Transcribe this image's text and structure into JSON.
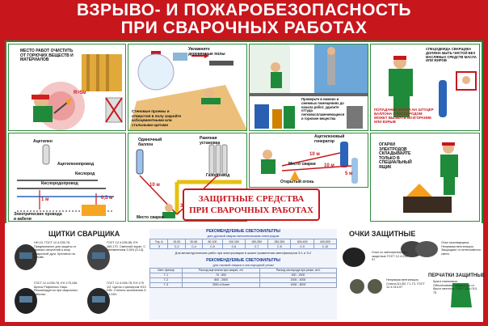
{
  "title": {
    "line1": "ВЗРЫВО- И ПОЖАРОБЕЗОПАСНОСТЬ",
    "line2": "ПРИ СВАРОЧНЫХ РАБОТАХ"
  },
  "panel1": {
    "label": "МЕСТО РАБОТ ОЧИСТИТЬ ОТ ГОРЮЧИХ ВЕЩЕСТВ И МАТЕРИАЛОВ",
    "radius": "R=5м"
  },
  "panel2": {
    "label_top": "Увлажните деревянные полы",
    "label_bottom": "Стеновые проемы и отверстия в полу закройте асбоцементными или стальными щитами"
  },
  "panel3": {
    "label": "Проверьте в нижних и смежных помещениях до начала работ, удалите оттуда легковоспламеняющиеся и горючие вещества"
  },
  "panel4": {
    "label_top": "СПЕЦОДЕЖДА СВАРЩИКА ДОЛЖНА БЫТЬ ЧИСТОЙ БЕЗ МАСЛЯНЫХ СРЕДСТВ МАСЛА ИЛИ ЖИРОВ",
    "label_bottom": "ПОПАДАНИЕ МАСЛА НА ШТУЦЕР БАЛЛОНА С КИСЛОРОДОМ МОЖЕТ ВЫЗВАТЬ ВОЗГОРАНИЕ ИЛИ ВЗРЫВ"
  },
  "panel5": {
    "acetylene": "Ацетилен",
    "acetylene_hose": "Ацетиленопровод",
    "oxygen": "Кислород",
    "oxygen_hose": "Кислородопровод",
    "wires": "Электрические провода и кабели",
    "d1": "1 м",
    "d2": "0,5 м"
  },
  "panel6": {
    "single_cylinder": "Одиночный баллон",
    "ramp": "Рампная установка",
    "gas_line": "Газопровод",
    "weld_place": "Место сварки",
    "d10": "10 м",
    "d5": "5 м",
    "d3": "3 м"
  },
  "panel7": {
    "generator": "Ацетиленовый генератор",
    "weld_place": "Место сварки",
    "open_fire": "Открытый огонь",
    "d10a": "10 м",
    "d10b": "10 м",
    "d5": "5 м"
  },
  "panel8": {
    "label": "ОГАРКИ ЭЛЕКТРОДОВ СКЛАДЫВАЙТЕ ТОЛЬКО В СПЕЦИАЛЬНЫЙ ЯЩИК"
  },
  "banner": {
    "line1": "ЗАЩИТНЫЕ СРЕДСТВА",
    "line2": "ПРИ СВАРОЧНЫХ РАБОТАХ"
  },
  "shields": {
    "title": "ЩИТКИ СВАРЩИКА",
    "item1": "НН-10, ГОСТ 12.4.035-78. Предназначен для защиты от прямых излучений и искр сварочной дуги. Крепится на голове.",
    "item2": "ГОСТ 12.4.035-78, ЕН 175,166. Щиток Рифленых Нарь. Рекомендуется при сварочных работах.",
    "item3": "ГОСТ 12.4.035-86, ЕН 169,170. Сменный экран. С затемнением 3 DIN (9-13).",
    "item4": "ГОСТ 12.4.035-78, ЕН 175 1/2. Щиток с фильтром 9/10 DIN. Степень затемнения 9-13 DIN."
  },
  "table1": {
    "title": "РЕКОМЕНДУЕМЫЕ СВЕТОФИЛЬТРЫ",
    "subtitle": "для дуговой сварки металлическим электродом",
    "note": "Для металлургических работ при электросварке в шкале применения светофильтров Э-1 и Э-2",
    "header": [
      "Ток, А",
      "15-30",
      "30-60",
      "60-100",
      "100-150",
      "150-250",
      "250-300",
      "300-400",
      "400-500"
    ],
    "row1": [
      "Э",
      "С-3",
      "С-4",
      "С-5",
      "С-6",
      "С-7",
      "С-8",
      "С-9",
      "С-10"
    ]
  },
  "table2": {
    "title": "РЕКОМЕНДУЕМЫЕ СВЕТОФИЛЬТРЫ",
    "subtitle": "для газовой сварки и кислородной резки",
    "header": [
      "Свет. фильтр",
      "Расход ацетилена при сварке, л/ч",
      "Расход кислорода при резке, м³/ч"
    ],
    "rows": [
      [
        "Г-1",
        "70 - 800",
        "900 - 2000"
      ],
      [
        "Г-2",
        "800 - 2500",
        "2000 - 4000"
      ],
      [
        "Г-3",
        "2500 и более",
        "4000 - 8000"
      ]
    ]
  },
  "goggles": {
    "title": "ОЧКИ ЗАЩИТНЫЕ",
    "item1": "Очки газосварщика. Непрямая вентиляция. Защищают от интенсивного света.",
    "item2": "Очки со светофильтрами защитные ГОСТ 12.4.013-97.",
    "item3": "Непрямая вентиляция. Стекла Б1-В2, Г1-Г3. ГОСТ 12.4.013-97"
  },
  "gloves": {
    "title": "ПЕРЧАТКИ ЗАЩИТНЫЕ",
    "text": "Краги спилковые. Обеспечивают защиту рук от брызг металла. ГОСТ 12.4.010-75"
  },
  "colors": {
    "brand_red": "#c8161d",
    "frame_green": "#1e8a3a",
    "table_blue": "#1b3a8a"
  }
}
